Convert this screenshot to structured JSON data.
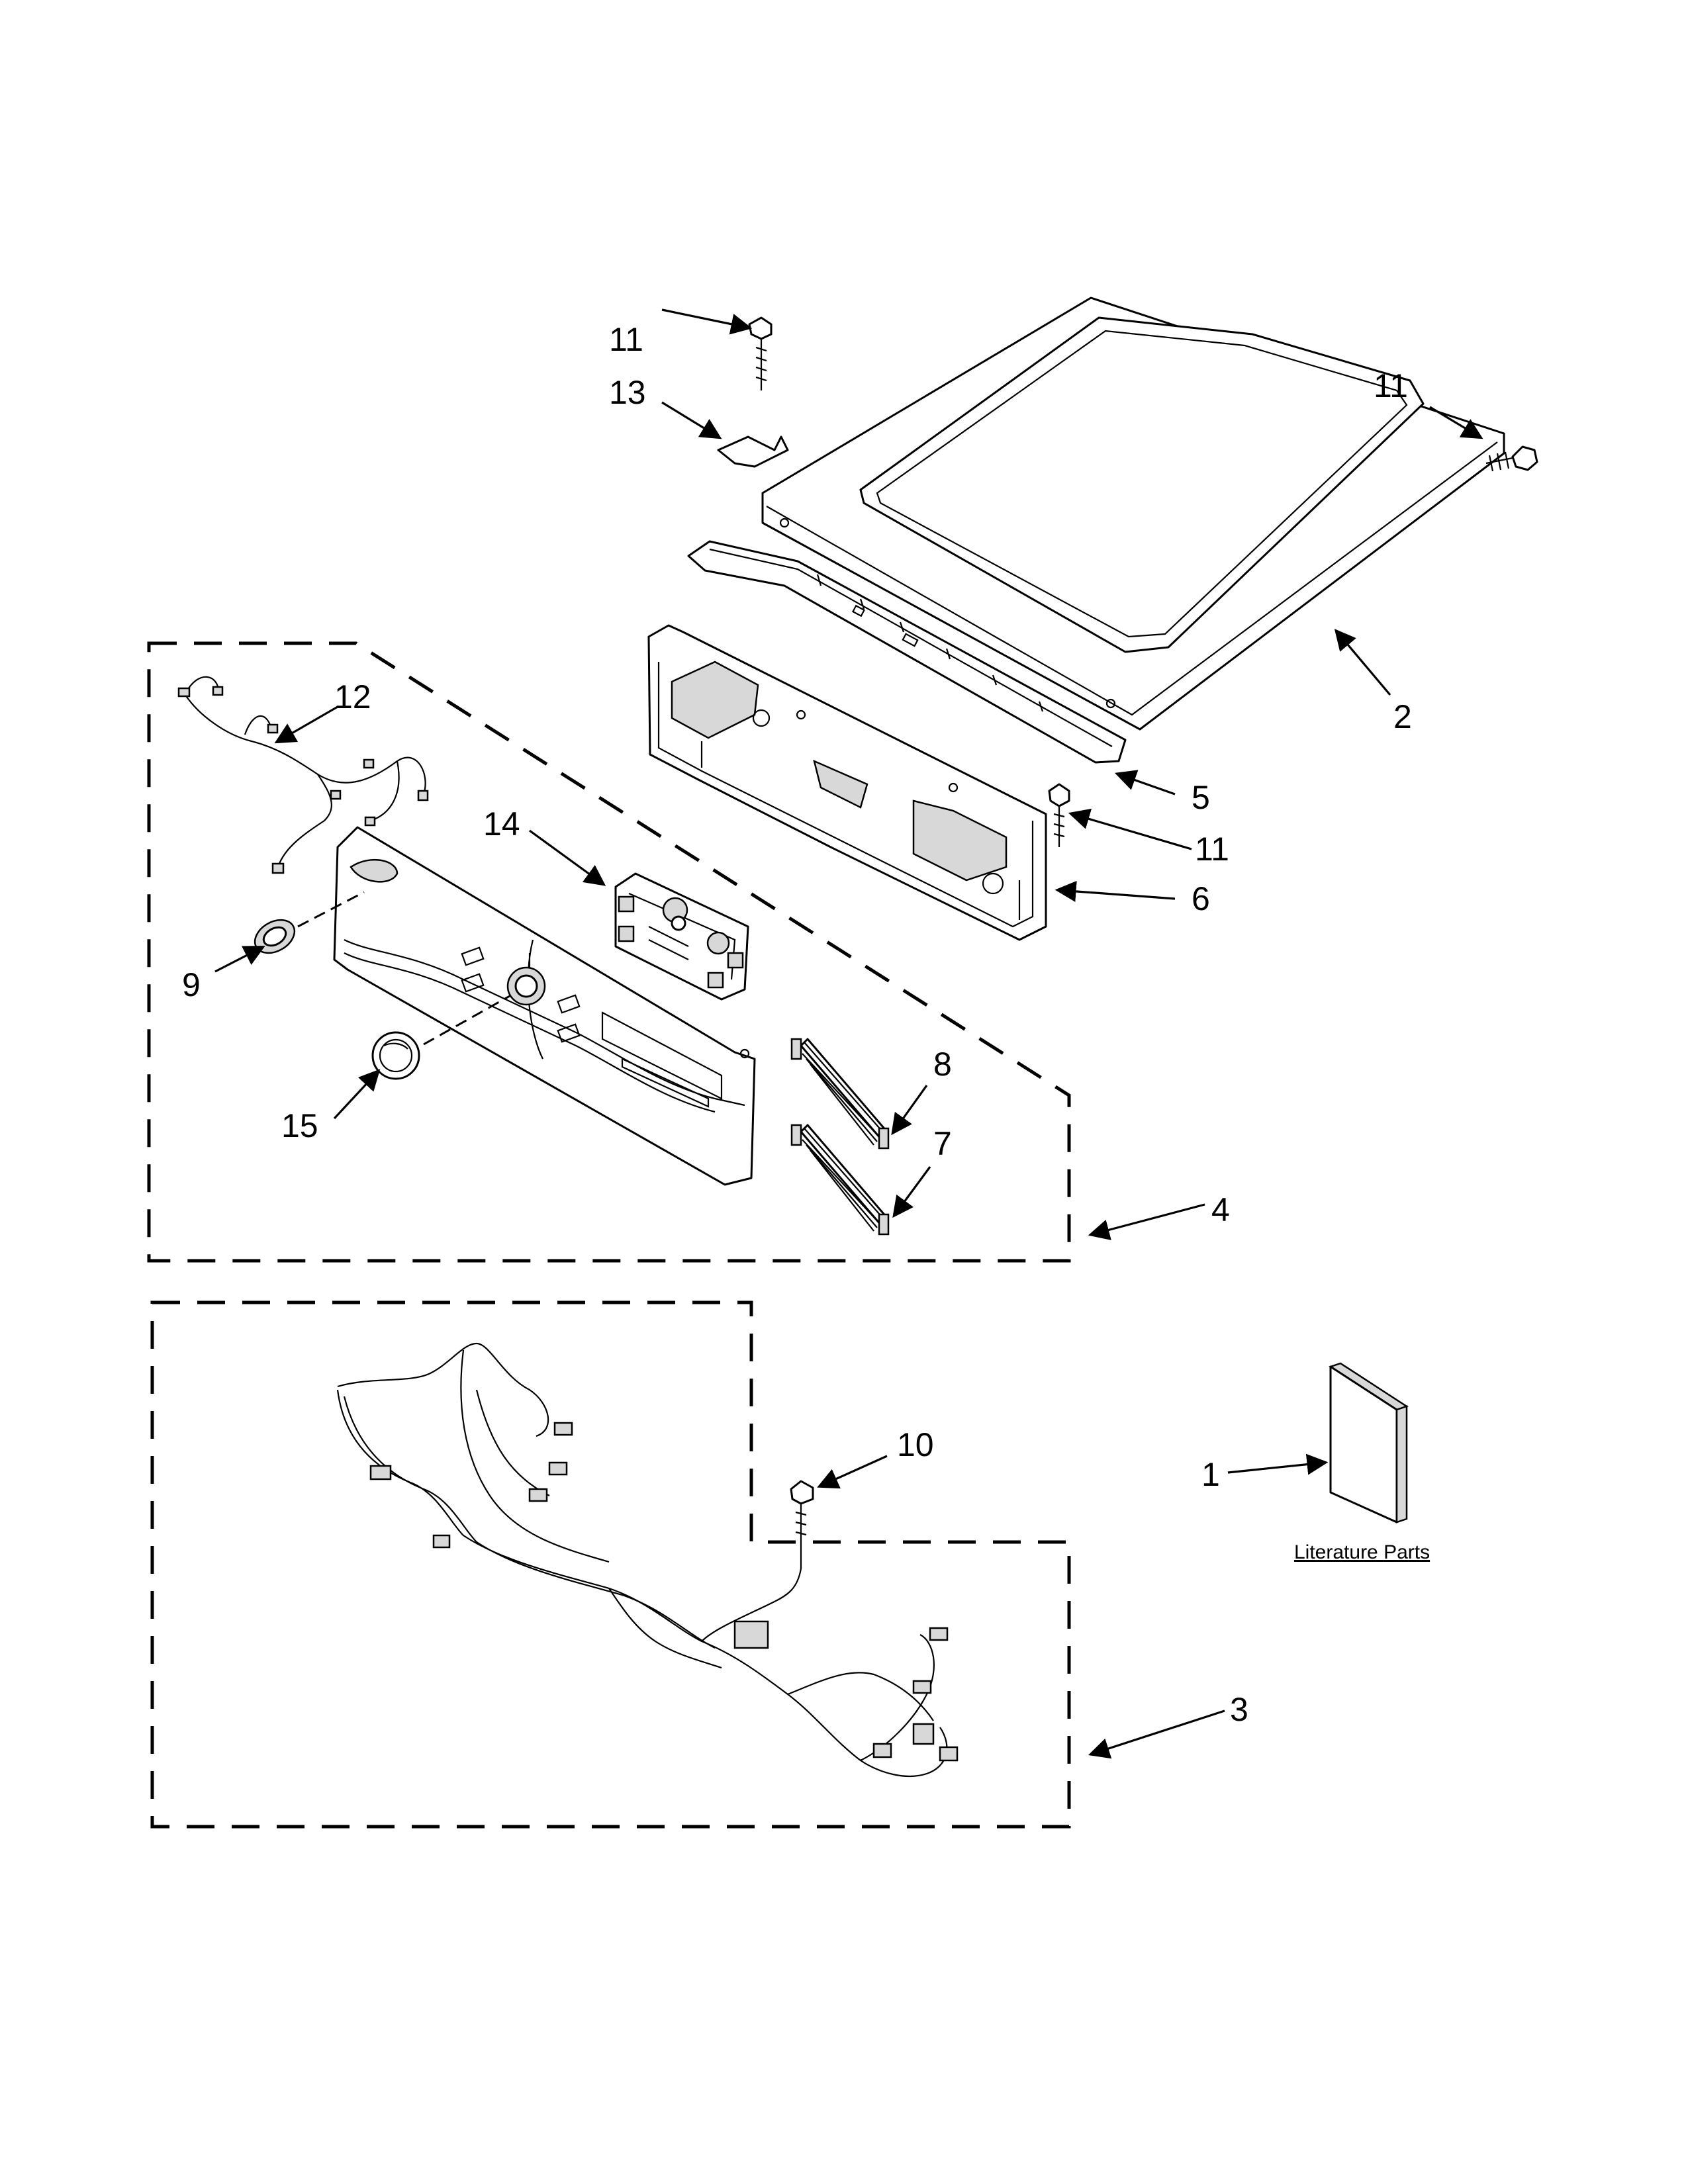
{
  "callouts": [
    {
      "id": "c1",
      "text": "1"
    },
    {
      "id": "c2",
      "text": "2"
    },
    {
      "id": "c3",
      "text": "3"
    },
    {
      "id": "c4",
      "text": "4"
    },
    {
      "id": "c5",
      "text": "5"
    },
    {
      "id": "c6",
      "text": "6"
    },
    {
      "id": "c7",
      "text": "7"
    },
    {
      "id": "c8",
      "text": "8"
    },
    {
      "id": "c9",
      "text": "9"
    },
    {
      "id": "c10",
      "text": "10"
    },
    {
      "id": "c11a",
      "text": "11"
    },
    {
      "id": "c11b",
      "text": "11"
    },
    {
      "id": "c11c",
      "text": "11"
    },
    {
      "id": "c12",
      "text": "12"
    },
    {
      "id": "c13",
      "text": "13"
    },
    {
      "id": "c14",
      "text": "14"
    },
    {
      "id": "c15",
      "text": "15"
    }
  ],
  "literature_label": "Literature Parts"
}
